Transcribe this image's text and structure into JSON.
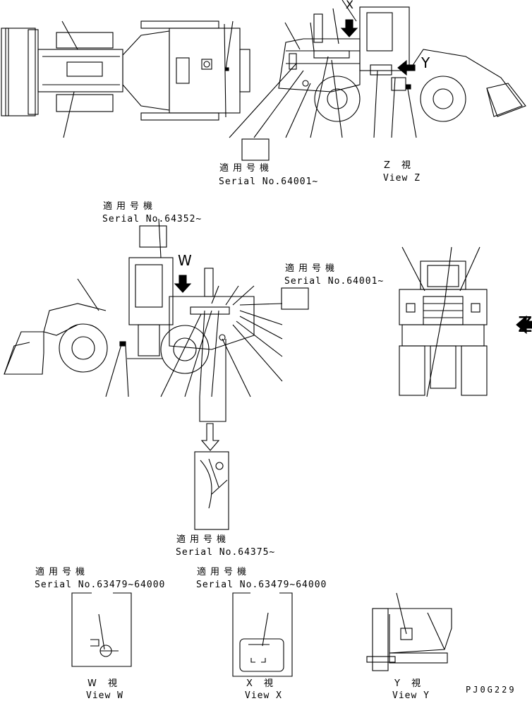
{
  "labels": {
    "applicable_jp": "適用号機",
    "serial_64001_top": "Serial No.64001~",
    "serial_64352": "Serial No.64352~",
    "serial_64001_mid": "Serial No.64001~",
    "serial_64375": "Serial No.64375~",
    "serial_63479_w": "Serial No.63479~64000",
    "serial_63479_x": "Serial No.63479~64000",
    "view_z_jp": "Z 視",
    "view_z": "View Z",
    "view_w_jp": "W 視",
    "view_w": "View W",
    "view_x_jp": "X 視",
    "view_x": "View X",
    "view_y_jp": "Y 視",
    "view_y": "View Y",
    "arrow_w": "W",
    "arrow_x": "X",
    "arrow_y": "Y",
    "arrow_z": "Z",
    "drawing_code": "PJ0G229"
  }
}
